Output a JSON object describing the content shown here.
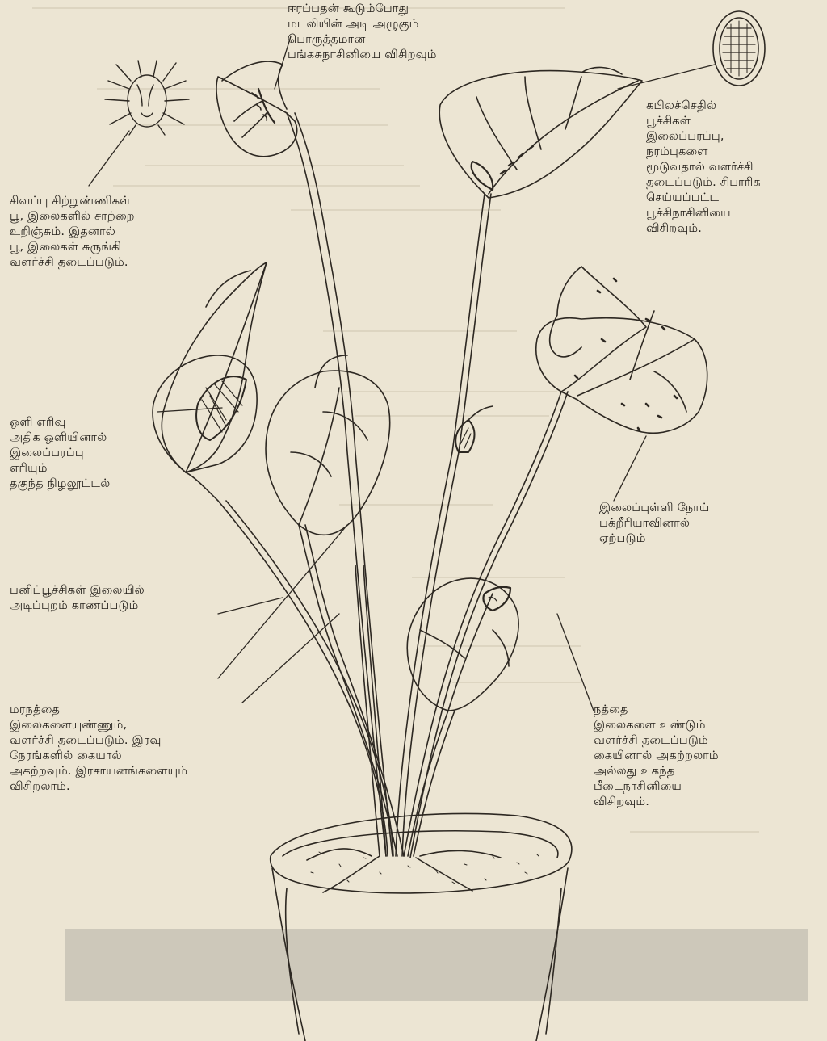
{
  "annotations": {
    "top_center": "ஈரப்பதன் கூடும்போது\nமடலியின் அடி அழுகும்\nபொருத்தமான\nபங்கசுநாசினியை விசிறவும்",
    "top_right": "கபிலச்செதில்\nபூச்சிகள்\nஇலைப்பரப்பு,\nநரம்புகளை\nமூடுவதால் வளர்ச்சி\nதடைப்படும். சிபாரிசு\nசெய்யப்பட்ட\nபூச்சிநாசினியை\nவிசிறவும்.",
    "left_upper": "சிவப்பு சிற்றுண்ணிகள்\nபூ, இலைகளில் சாற்றை\nஉறிஞ்சும். இதனால்\nபூ, இலைகள் சுருங்கி\nவளர்ச்சி தடைப்படும்.",
    "left_middle": "ஒளி எரிவு\nஅதிக ஒளியினால்\nஇலைப்பரப்பு\nஎரியும்\nதகுந்த நிழலூட்டல்",
    "right_middle": "இலைப்புள்ளி நோய்\nபக்றீரியாவினால்\nஏற்படும்",
    "left_lower": "பனிப்பூச்சிகள் இலையில்\nஅடிப்புறம் காணப்படும்",
    "bottom_left": "மரநத்தை\nஇலைகளையுண்ணும்,\nவளர்ச்சி தடைப்படும். இரவு\nநேரங்களில் கையால்\nஅகற்றவும். இரசாயனங்களையும்\nவிசிறலாம்.",
    "bottom_right": "நத்தை\nஇலைகளை உண்டும்\nவளர்ச்சி தடைப்படும்\nகையினால் அகற்றலாம்\nஅல்லது உகந்த\nபீடைநாசினியை\nவிசிறவும்."
  },
  "colors": {
    "paper": "#ece5d3",
    "ink": "#24201b",
    "ghost": "#cfc6b1"
  }
}
